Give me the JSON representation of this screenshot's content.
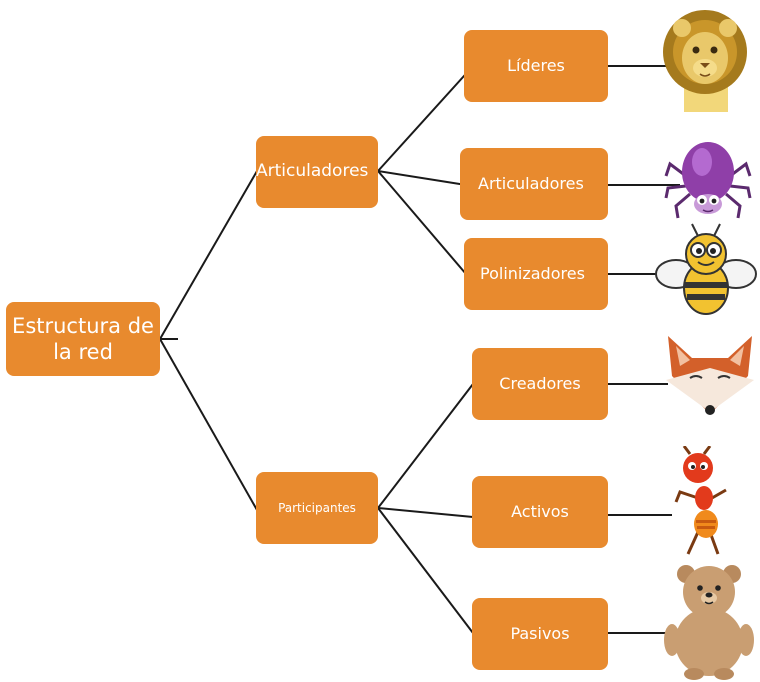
{
  "diagram": {
    "root": {
      "label": "Estructura de la red"
    },
    "groups": [
      {
        "label": "Articuladores",
        "children": [
          {
            "label": "Líderes",
            "animal": "lion-icon"
          },
          {
            "label": "Articuladores",
            "animal": "spider-icon"
          },
          {
            "label": "Polinizadores",
            "animal": "bee-icon"
          }
        ]
      },
      {
        "label": "Participantes",
        "children": [
          {
            "label": "Creadores",
            "animal": "fox-icon"
          },
          {
            "label": "Activos",
            "animal": "ant-icon"
          },
          {
            "label": "Pasivos",
            "animal": "bear-icon"
          }
        ]
      }
    ],
    "colors": {
      "box": "#e88a2e",
      "text": "#ffffff",
      "line": "#1a1a1a"
    }
  }
}
